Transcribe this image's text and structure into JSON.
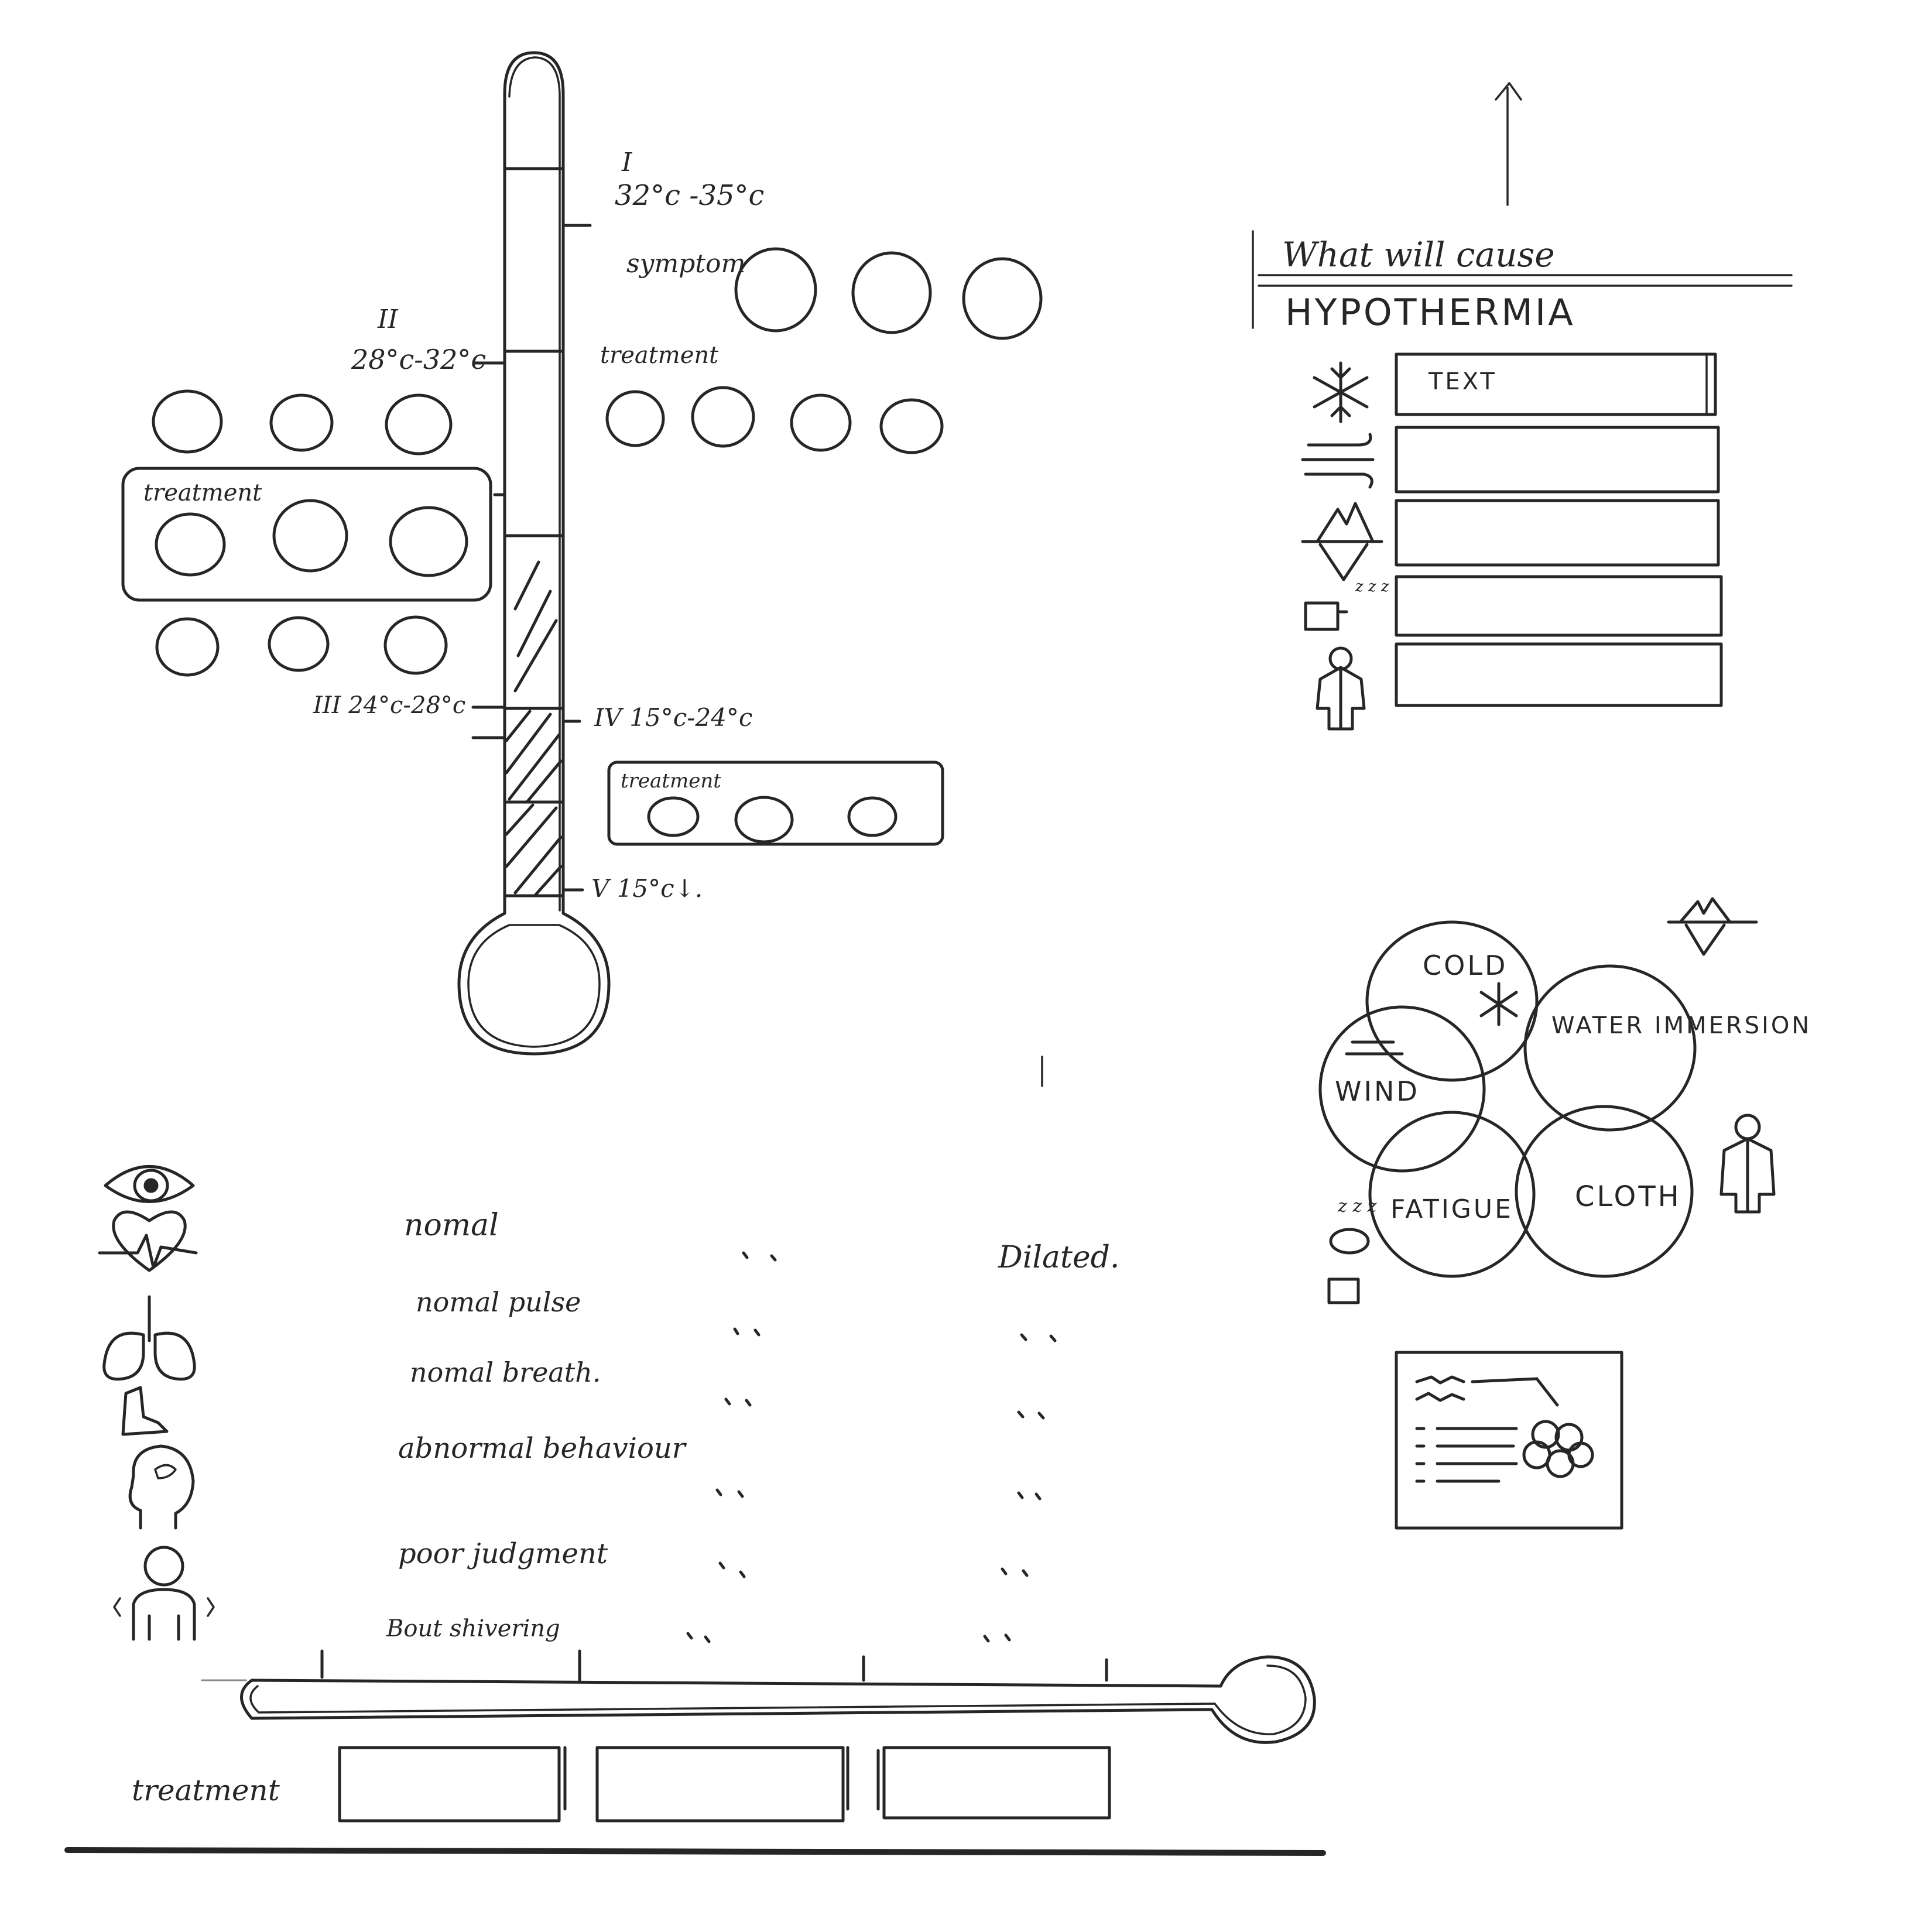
{
  "thermometer": {
    "stages": [
      {
        "numeral": "I",
        "range": "32°c -35°c"
      },
      {
        "numeral": "II",
        "range": "28°c-32°c"
      },
      {
        "numeral": "III",
        "range": "24°c-28°c"
      },
      {
        "numeral": "IV",
        "range": "15°c-24°c"
      },
      {
        "numeral": "V",
        "range": "15°c↓."
      }
    ],
    "labels": {
      "symptom": "symptom",
      "treatment_upper": "treatment",
      "treatment_boxed_left": "treatment",
      "treatment_boxed_right": "treatment"
    }
  },
  "causes_panel": {
    "heading": "What will cause",
    "title": "HYPOTHERMIA",
    "rows": [
      {
        "icon": "snowflake-icon",
        "text": "TEXT"
      },
      {
        "icon": "wind-icon",
        "text": ""
      },
      {
        "icon": "iceberg-icon",
        "text": ""
      },
      {
        "icon": "sleepy-battery-icon",
        "text": ""
      },
      {
        "icon": "coat-icon",
        "text": ""
      }
    ]
  },
  "venn": {
    "sets": [
      "COLD",
      "WATER IMMERSION",
      "WIND",
      "FATIGUE",
      "CLOTH"
    ]
  },
  "symptom_table": {
    "rows": [
      {
        "icon": "eye-icon",
        "label": "nomal",
        "end_value": "Dilated."
      },
      {
        "icon": "heart-pulse-icon",
        "label": "nomal pulse",
        "end_value": ""
      },
      {
        "icon": "lungs-icon",
        "label": "nomal breath.",
        "end_value": ""
      },
      {
        "icon": "arm-muscle-icon",
        "label": "abnormal behaviour",
        "end_value": ""
      },
      {
        "icon": "head-brain-icon",
        "label": "poor judgment",
        "end_value": ""
      },
      {
        "icon": "shivering-person-icon",
        "label": "Bout shivering",
        "end_value": ""
      }
    ],
    "treatment_label": "treatment"
  },
  "colors": {
    "ink": "#262626",
    "paper": "#ffffff"
  }
}
